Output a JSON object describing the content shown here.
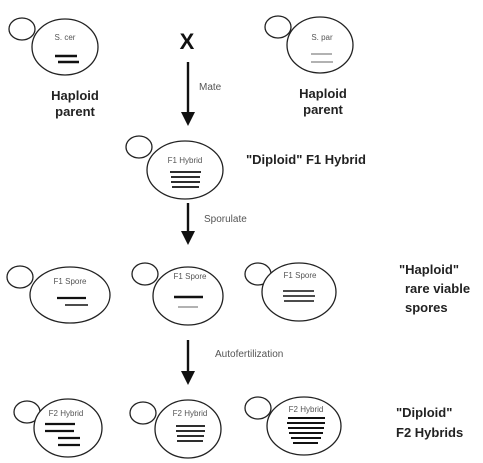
{
  "cross_symbol": "X",
  "parents": [
    {
      "cell_label": "S. cer",
      "caption_line1": "Haploid",
      "caption_line2": "parent"
    },
    {
      "cell_label": "S. par",
      "caption_line1": "Haploid",
      "caption_line2": "parent"
    }
  ],
  "steps": {
    "mate": "Mate",
    "sporulate": "Sporulate",
    "autofertilization": "Autofertilization"
  },
  "f1": {
    "cell_label": "F1 Hybrid",
    "caption": "\"Diploid\" F1 Hybrid"
  },
  "spores": {
    "cell_label": "F1 Spore",
    "caption_line1": "\"Haploid\"",
    "caption_line2": "rare viable",
    "caption_line3": "spores"
  },
  "f2": {
    "cell_label": "F2 Hybrid",
    "caption_line1": "\"Diploid\"",
    "caption_line2": "F2 Hybrids"
  }
}
